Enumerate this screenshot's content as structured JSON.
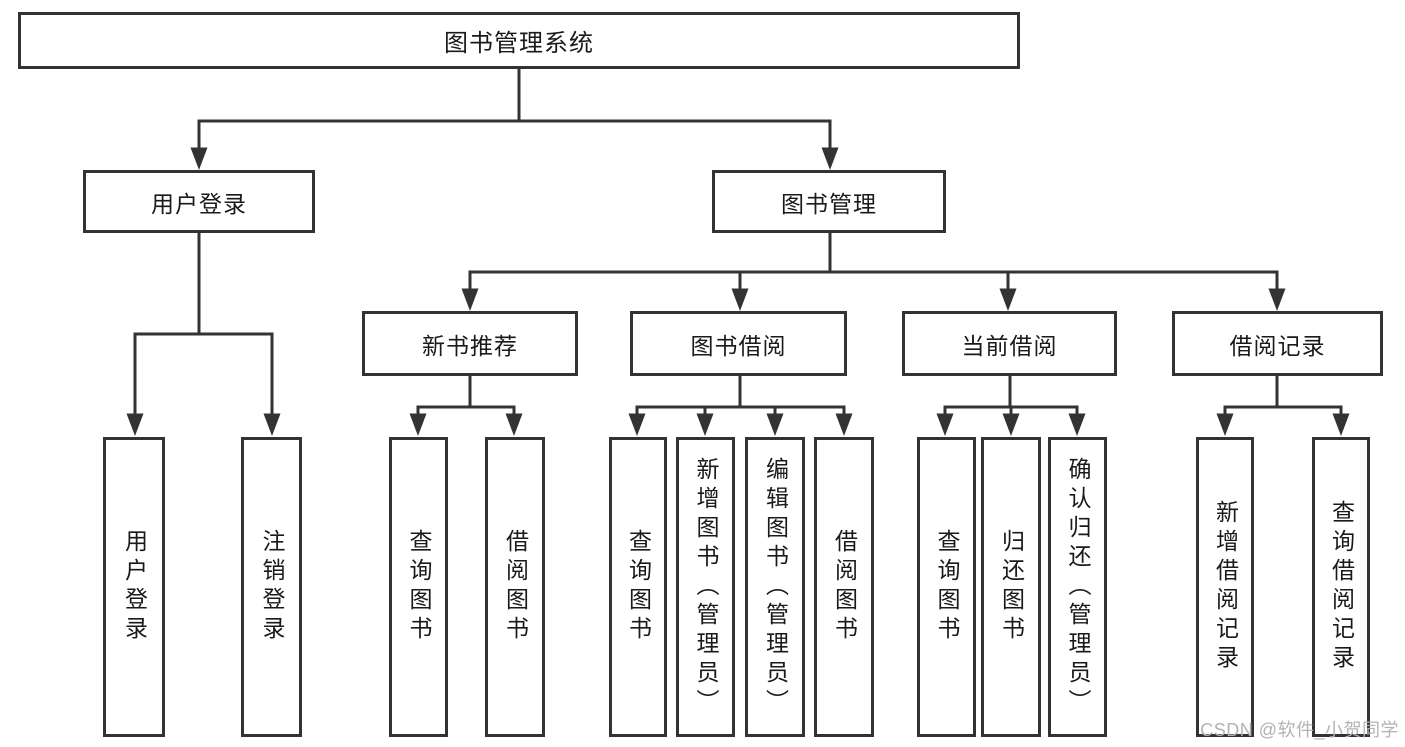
{
  "tree": {
    "label": "图书管理系统",
    "children": [
      {
        "label": "用户登录",
        "children": [
          {
            "label": "用户登录"
          },
          {
            "label": "注销登录"
          }
        ]
      },
      {
        "label": "图书管理",
        "children": [
          {
            "label": "新书推荐",
            "children": [
              {
                "label": "查询图书"
              },
              {
                "label": "借阅图书"
              }
            ]
          },
          {
            "label": "图书借阅",
            "children": [
              {
                "label": "查询图书"
              },
              {
                "label": "新增图书（管理员）"
              },
              {
                "label": "编辑图书（管理员）"
              },
              {
                "label": "借阅图书"
              }
            ]
          },
          {
            "label": "当前借阅",
            "children": [
              {
                "label": "查询图书"
              },
              {
                "label": "归还图书"
              },
              {
                "label": "确认归还（管理员）"
              }
            ]
          },
          {
            "label": "借阅记录",
            "children": [
              {
                "label": "新增借阅记录"
              },
              {
                "label": "查询借阅记录"
              }
            ]
          }
        ]
      }
    ]
  },
  "watermark": {
    "text": "CSDN @软件_小贺同学"
  },
  "colors": {
    "line": "#333333",
    "box_border": "#333333",
    "box_fill": "#ffffff",
    "text": "#1a1a1a",
    "watermark": "#b5b2b2",
    "background": "#ffffff"
  }
}
